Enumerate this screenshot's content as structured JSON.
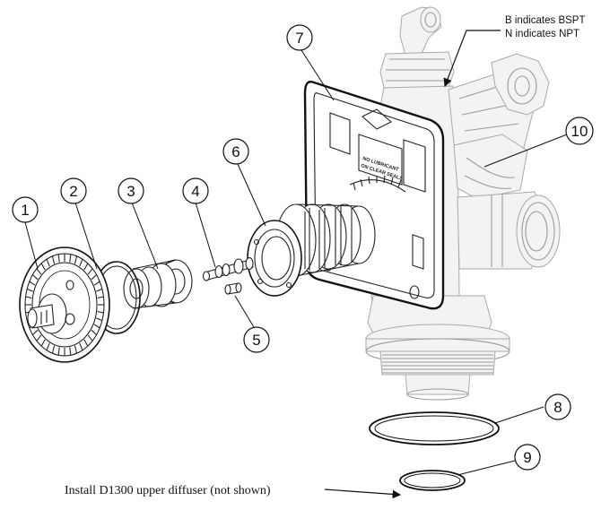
{
  "callouts": [
    {
      "id": "1",
      "label": "1"
    },
    {
      "id": "2",
      "label": "2"
    },
    {
      "id": "3",
      "label": "3"
    },
    {
      "id": "4",
      "label": "4"
    },
    {
      "id": "5",
      "label": "5"
    },
    {
      "id": "6",
      "label": "6"
    },
    {
      "id": "7",
      "label": "7"
    },
    {
      "id": "8",
      "label": "8"
    },
    {
      "id": "9",
      "label": "9"
    },
    {
      "id": "10",
      "label": "10"
    }
  ],
  "notes": {
    "thread_line1": "B indicates BSPT",
    "thread_line2": "N indicates NPT",
    "install": "Install D1300 upper diffuser (not shown)"
  },
  "plate_text": {
    "line1": "NO LUBRICANT",
    "line2": "ON CLEAR SEALS"
  }
}
